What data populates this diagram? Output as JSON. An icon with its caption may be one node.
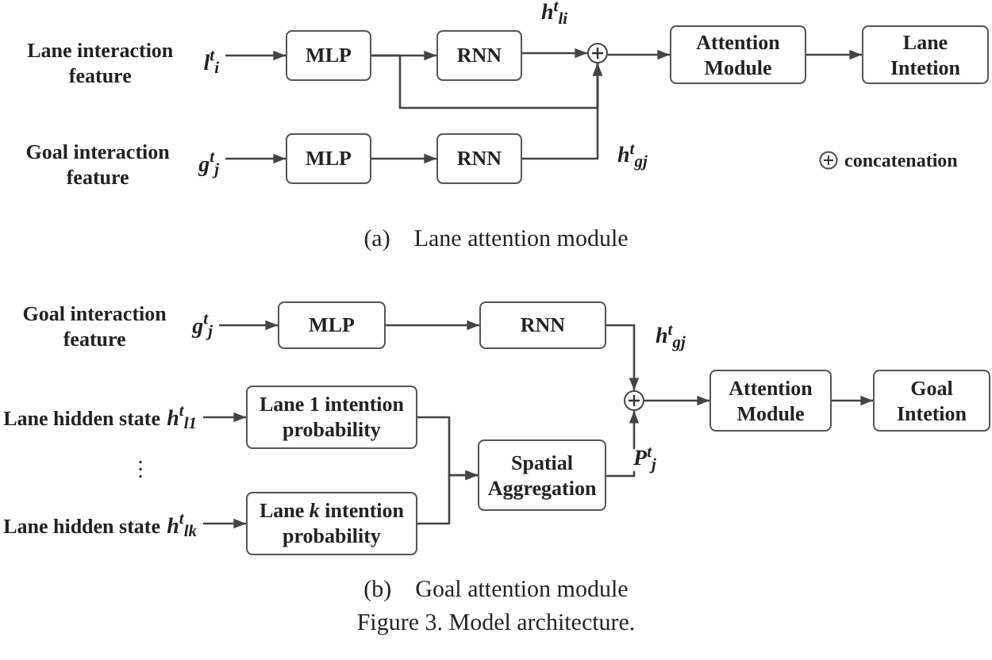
{
  "diagram": {
    "caption": "Figure 3. Model architecture.",
    "nodes": [
      {
        "text": [
          "Lane interaction feature",
          "l$^{t}$$_{i}$"
        ]
      },
      {
        "text": [
          "MLP"
        ]
      },
      {
        "text": [
          "RNN"
        ]
      },
      {
        "text": [],
        "shape": "circle"
      },
      {
        "text": [
          "Attention Module"
        ]
      },
      {
        "text": [
          "Lane Intetion"
        ]
      },
      {
        "text": [
          "Goal interaction feature",
          "g$^{t}$$_{j}$"
        ]
      },
      {
        "text": [
          "MLP"
        ]
      },
      {
        "text": [
          "RNN"
        ]
      },
      {
        "text": [
          "Goal interaction feature",
          "g$^{t}$$_{j}$"
        ]
      },
      {
        "text": [
          "MLP"
        ]
      },
      {
        "text": [
          "RNN"
        ]
      },
      {
        "text": [
          "Lane hidden state",
          "h$^{t}$$_{l1}$"
        ]
      },
      {
        "text": [
          "Lane 1 intention probability"
        ]
      },
      {
        "text": [
          "Lane hidden state",
          "h$^{t}$$_{lk}$"
        ]
      },
      {
        "text": [
          "Lane *k* intention probability"
        ]
      },
      {
        "text": [
          "Spatial Aggregation"
        ]
      },
      {
        "text": [],
        "shape": "circle"
      },
      {
        "text": [
          "Attention Module"
        ]
      },
      {
        "text": [
          "Goal Intetion"
        ]
      }
    ],
    "edges": [
      {
        "from": 0,
        "to": 1,
        "arrow": "to"
      },
      {
        "from": 1,
        "to": 2,
        "arrow": "to"
      },
      {
        "from": 1,
        "to": 3,
        "arrow": "to"
      },
      {
        "from": 2,
        "to": 3,
        "arrow": "to",
        "label": "h$^{t}$$_{li}$"
      },
      {
        "from": 8,
        "to": 3,
        "arrow": "to",
        "label": "h$^{t}$$_{gj}$"
      },
      {
        "from": 3,
        "to": 4,
        "arrow": "to"
      },
      {
        "from": 4,
        "to": 5,
        "arrow": "to"
      },
      {
        "from": 6,
        "to": 7,
        "arrow": "to"
      },
      {
        "from": 7,
        "to": 8,
        "arrow": "to"
      },
      {
        "from": 9,
        "to": 10,
        "arrow": "to"
      },
      {
        "from": 10,
        "to": 11,
        "arrow": "to"
      },
      {
        "from": 11,
        "to": 17,
        "arrow": "to",
        "label": "h$^{t}$$_{gj}$"
      },
      {
        "from": 12,
        "to": 13,
        "arrow": "to"
      },
      {
        "from": 14,
        "to": 15,
        "arrow": "to"
      },
      {
        "from": 13,
        "to": 16,
        "arrow": "to"
      },
      {
        "from": 15,
        "to": 16,
        "arrow": "to"
      },
      {
        "from": 16,
        "to": 17,
        "arrow": "to",
        "label": "P$^{t}$$_{j}$"
      },
      {
        "from": 17,
        "to": 18,
        "arrow": "to"
      },
      {
        "from": 18,
        "to": 19,
        "arrow": "to"
      }
    ],
    "labels": [
      "(a)    Lane attention module",
      "⋮",
      "(b)    Goal attention module"
    ],
    "legend": [
      {
        "text": "concatenation"
      }
    ]
  }
}
